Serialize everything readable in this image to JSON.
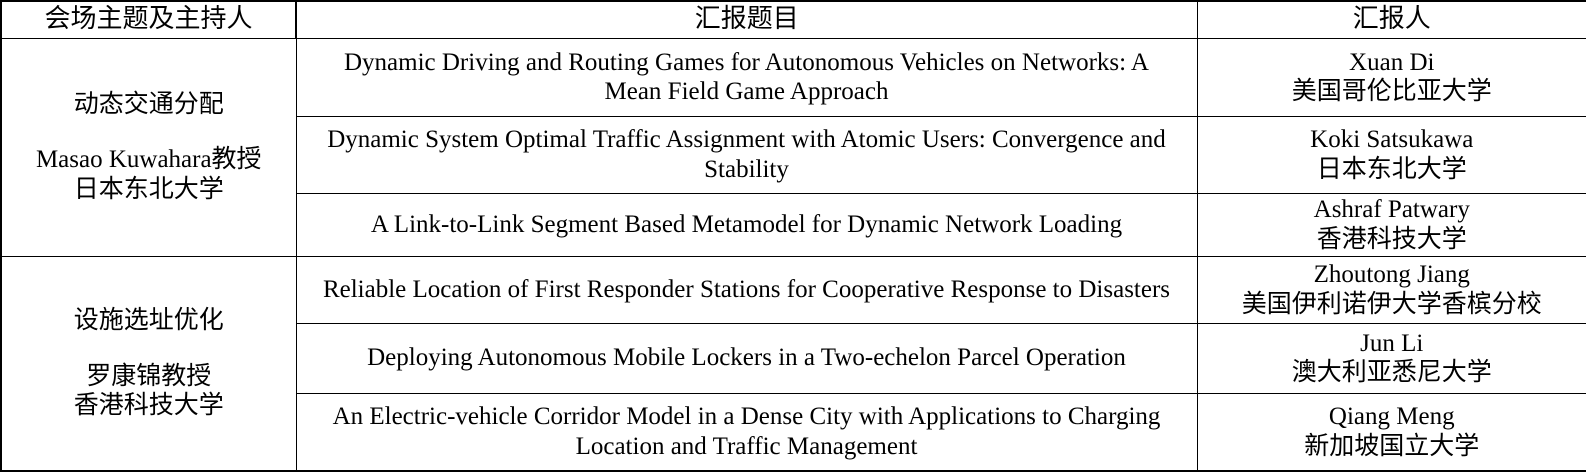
{
  "table": {
    "headers": {
      "session": "会场主题及主持人",
      "title": "汇报题目",
      "speaker": "汇报人"
    },
    "sessions": [
      {
        "topic": "动态交通分配",
        "chair": "Masao Kuwahara教授",
        "chair_affiliation": "日本东北大学",
        "rows": [
          {
            "title_line1": "Dynamic Driving and Routing Games for Autonomous Vehicles on Networks: A",
            "title_line2": "Mean Field Game Approach",
            "speaker_name": "Xuan Di",
            "speaker_affiliation": "美国哥伦比亚大学"
          },
          {
            "title_line1": "Dynamic System Optimal Traffic Assignment with Atomic Users: Convergence and",
            "title_line2": "Stability",
            "speaker_name": "Koki Satsukawa",
            "speaker_affiliation": "日本东北大学"
          },
          {
            "title_line1": "A Link-to-Link Segment Based Metamodel for Dynamic Network Loading",
            "title_line2": "",
            "speaker_name": "Ashraf Patwary",
            "speaker_affiliation": "香港科技大学"
          }
        ]
      },
      {
        "topic": "设施选址优化",
        "chair": "罗康锦教授",
        "chair_affiliation": "香港科技大学",
        "rows": [
          {
            "title_line1": "Reliable Location of First Responder Stations for Cooperative Response to Disasters",
            "title_line2": "",
            "speaker_name": "Zhoutong Jiang",
            "speaker_affiliation": "美国伊利诺伊大学香槟分校"
          },
          {
            "title_line1": "Deploying Autonomous Mobile Lockers in a Two-echelon Parcel Operation",
            "title_line2": "",
            "speaker_name": "Jun Li",
            "speaker_affiliation": "澳大利亚悉尼大学"
          },
          {
            "title_line1": "An Electric-vehicle Corridor Model in a Dense City with Applications to Charging",
            "title_line2": "Location and Traffic Management",
            "speaker_name": "Qiang Meng",
            "speaker_affiliation": "新加坡国立大学"
          }
        ]
      }
    ]
  }
}
